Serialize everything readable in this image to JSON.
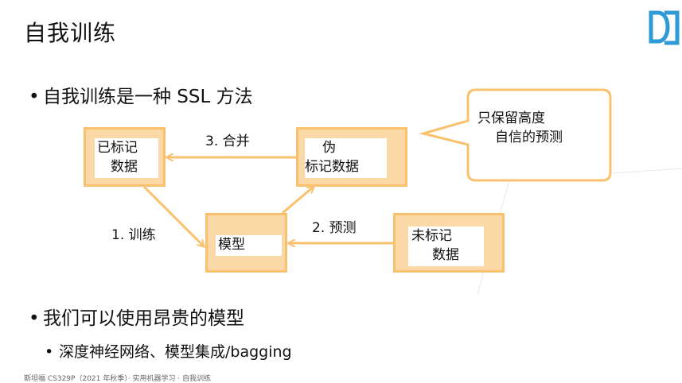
{
  "slide": {
    "title": "自我训练",
    "bullets": [
      "自我训练是一种 SSL 方法",
      "我们可以使用昂贵的模型",
      "深度神经网络、模型集成/bagging"
    ],
    "bullet_glyph": "•"
  },
  "diagram": {
    "nodes": {
      "labeled": [
        "已标记",
        "数据"
      ],
      "pseudo": [
        "伪",
        "标记数据"
      ],
      "model": "模型",
      "unlabeled": [
        "未标记",
        "数据"
      ]
    },
    "edges": {
      "train": "1. 训练",
      "predict": "2. 预测",
      "merge": "3. 合并"
    },
    "callout": [
      "只保留高度",
      "自信的预测"
    ]
  },
  "colors": {
    "box_fill": "#fbd9a6",
    "box_border": "#f9c06d",
    "arrow": "#f9c06d",
    "callout_border": "#f9c06d",
    "logo": "#2e9ad6"
  },
  "icons": {
    "logo": "brand-logo-icon"
  },
  "footer": "斯坦福 CS329P（2021 年秋季）· 实用机器学习 · 自我训练"
}
